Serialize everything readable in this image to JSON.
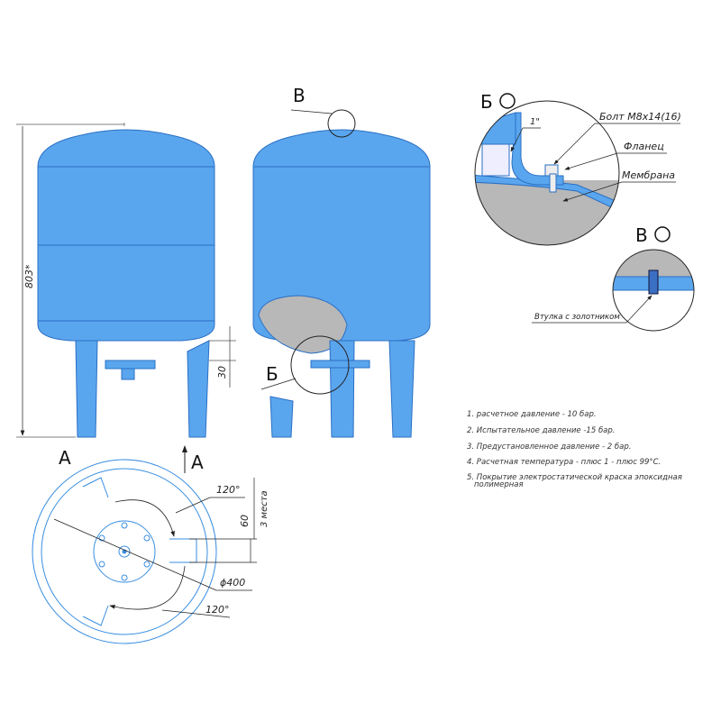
{
  "views": {
    "front": {
      "height_dim": "803*",
      "leg_dim": "30"
    },
    "side": {
      "detail_top_label": "В",
      "detail_bottom_label": "Б"
    },
    "bottom": {
      "view_label": "А",
      "arrow_label": "А",
      "angle_top": "120°",
      "angle_bottom": "120°",
      "leg_width_dim": "60",
      "places": "3 места",
      "diameter": "ϕ400"
    }
  },
  "detail_b": {
    "title": "Б",
    "thread": "1\"",
    "bolt": "Болт М8х14(16)",
    "flange": "Фланец",
    "membrane": "Мембрана"
  },
  "detail_v": {
    "title": "В",
    "valve": "Втулка с золотником"
  },
  "notes": [
    "1. расчетное давление - 10 бар.",
    "2. Испытательное давление -15 бар.",
    "3. Предустановленное давление - 2 бар.",
    "4. Расчетная температура - плюс 1 - плюс 99°С.",
    "5. Покрытие электростатической краска эпоксидная",
    "полимерная"
  ],
  "colors": {
    "tank": "#5aa6ee",
    "outline": "#2a6fc4",
    "cut": "#b8b8b8",
    "line": "#222222"
  }
}
